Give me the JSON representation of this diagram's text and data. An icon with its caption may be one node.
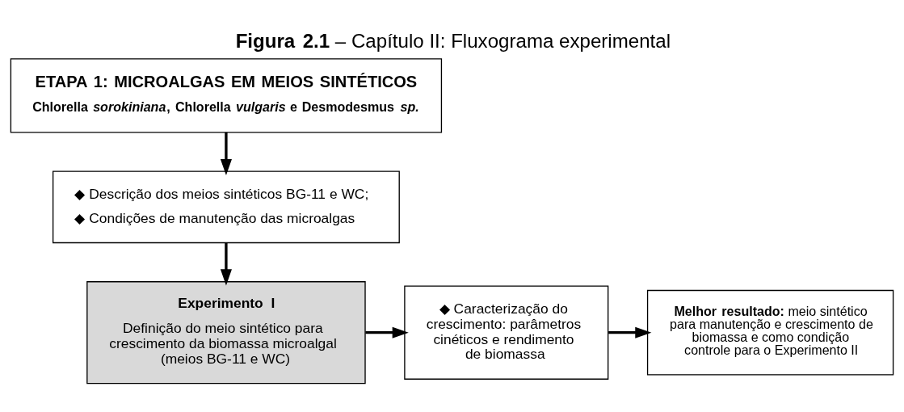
{
  "diagram": {
    "title": "**Figura 2.1** – Capítulo II: Fluxograma experimental",
    "nodes": [
      {
        "text": [
          "ETAPA 1: MICROALGAS EM MEIOS SINTÉTICOS",
          "Chlorella *sorokiniana*, Chlorella *vulgaris* e Desmodesmus *sp.*"
        ]
      },
      {
        "text": [
          "◆ Descrição dos meios sintéticos BG-11 e WC;",
          "◆ Condições de manutenção das microalgas"
        ]
      },
      {
        "text": [
          "Experimento I",
          "Definição do meio sintético para crescimento da biomassa microalgal (meios BG-11 e WC)"
        ]
      },
      {
        "text": [
          "◆ Caracterização do crescimento: parâmetros cinéticos e rendimento de biomassa"
        ]
      },
      {
        "text": [
          "**Melhor resultado:** meio sintético para manutenção e crescimento de biomassa e como condição controle para o Experimento II"
        ]
      }
    ],
    "edges": [
      {
        "from": 0,
        "to": 1,
        "arrow": "to"
      },
      {
        "from": 1,
        "to": 2,
        "arrow": "to"
      },
      {
        "from": 2,
        "to": 3,
        "arrow": "to"
      },
      {
        "from": 3,
        "to": 4,
        "arrow": "to"
      }
    ]
  }
}
